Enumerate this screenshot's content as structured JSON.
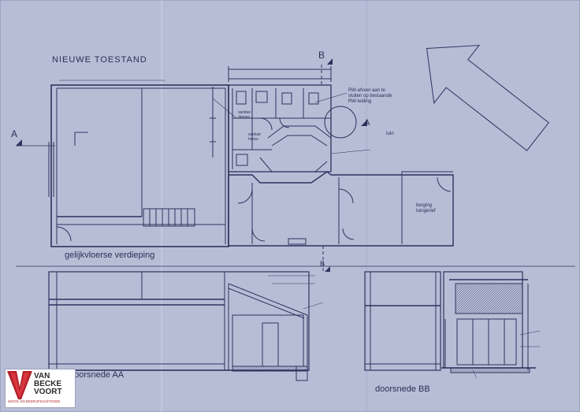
{
  "drawing": {
    "title": "NIEUWE TOESTAND",
    "section_marker": "B",
    "section_marker_a": "A",
    "floor_label": "gelijkvloerse verdieping",
    "section_aa": "doorsnede AA",
    "section_bb": "doorsnede BB",
    "room_berging_1": "berging",
    "room_berging_2": "tuingerief",
    "room_tuin": "tuin",
    "note_rw_1": "RW-afvoer aan te",
    "note_rw_2": "sluiten op bestaande",
    "note_rw_3": "RW-leiding",
    "room_sanitair_1a": "sanitair",
    "room_sanitair_1b": "dames",
    "room_sanitair_2a": "sanitair",
    "room_sanitair_2b": "heren"
  },
  "logo": {
    "line1": "VAN",
    "line2": "BECKE",
    "line3": "VOORT",
    "tagline": "WOON- EN BEDRIJFSVASTGOED",
    "brand_color": "#b3202a"
  },
  "colors": {
    "paper": "#b8bdd6",
    "ink": "#2a2f55"
  }
}
